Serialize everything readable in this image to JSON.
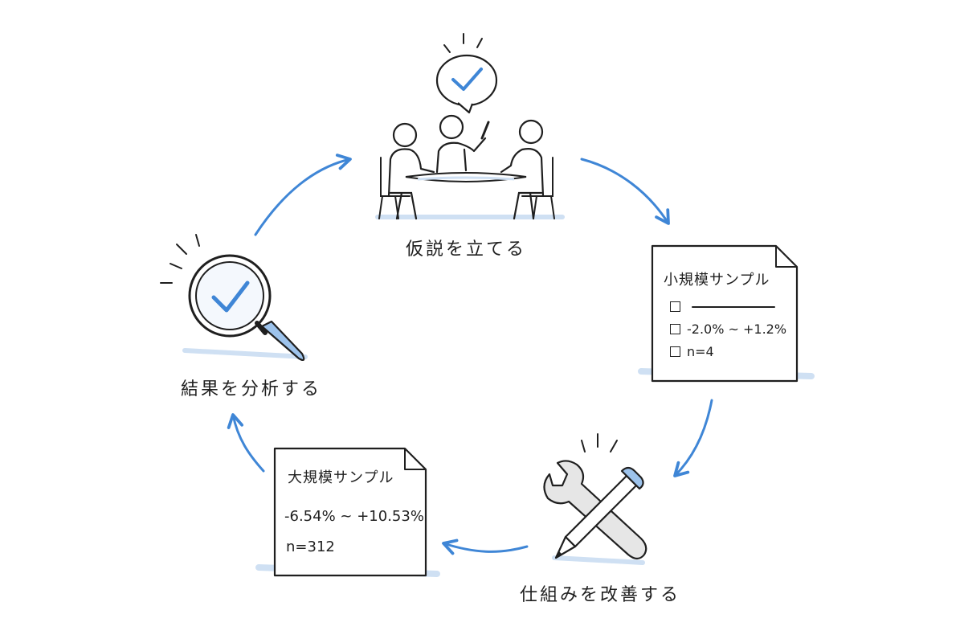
{
  "cycle": {
    "stages": {
      "hypothesis": "仮説を立てる",
      "improve": "仕組みを改善する",
      "analyze": "結果を分析する"
    },
    "small_sample_card": {
      "title": "小規模サンプル",
      "item1": "",
      "item2": "-2.0% ~ +1.2%",
      "item3": "n=4"
    },
    "large_sample_card": {
      "title": "大規模サンプル",
      "range": "-6.54% ~ +10.53%",
      "n": "n=312"
    }
  },
  "colors": {
    "accent": "#3f86d6",
    "ink": "#1f1f1f",
    "shadow": "#cfe0f3",
    "paper": "#ffffff"
  },
  "icons": [
    "check-speech-bubble-icon",
    "meeting-people-icon",
    "magnifier-check-icon",
    "wrench-pencil-icon",
    "cycle-arrow-icon"
  ]
}
